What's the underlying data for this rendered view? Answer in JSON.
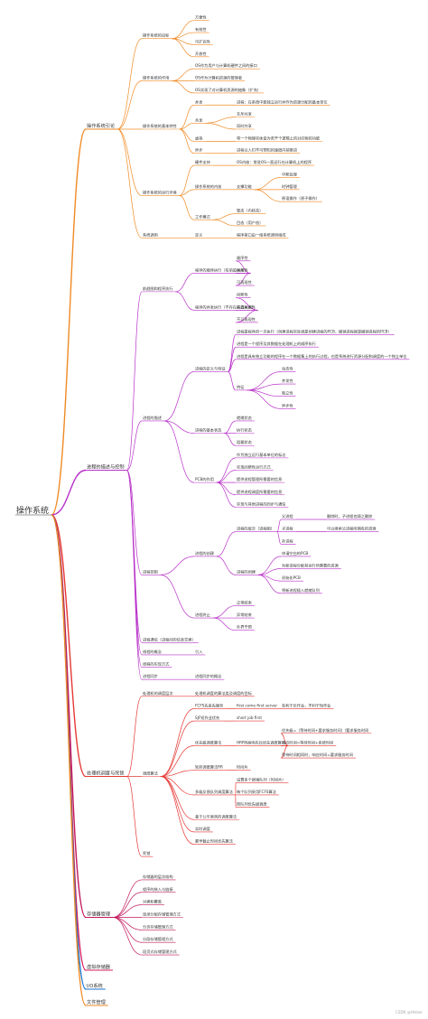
{
  "root": {
    "label": "操作系统",
    "children": [
      {
        "label": "操作系统引论",
        "color": "#f08a24",
        "children": [
          {
            "label": "操作系统的目标",
            "children": [
              {
                "label": "方便性"
              },
              {
                "label": "有效性"
              },
              {
                "label": "可扩充性"
              },
              {
                "label": "开放性"
              }
            ]
          },
          {
            "label": "操作系统的作用",
            "children": [
              {
                "label": "OS作为用户与计算机硬件之间的接口"
              },
              {
                "label": "OS作为计算机资源的管理者"
              },
              {
                "label": "OS实现了对计算机资源的抽象（扩充）"
              }
            ]
          },
          {
            "label": "操作系统的基本特性",
            "children": [
              {
                "label": "并发",
                "children": [
                  {
                    "label": "进程：在系统中能独立运行并作为资源分配的基本单位"
                  }
                ]
              },
              {
                "label": "共享",
                "children": [
                  {
                    "label": "互斥共享"
                  },
                  {
                    "label": "同时共享"
                  }
                ]
              },
              {
                "label": "虚拟",
                "children": [
                  {
                    "label": "将一个物理实体变为若干个逻辑上的对应物的功能"
                  }
                ]
              },
              {
                "label": "异步",
                "children": [
                  {
                    "label": "进程以人们不可预知的速度向前推进"
                  }
                ]
              }
            ]
          },
          {
            "label": "操作系统的运行环境",
            "children": [
              {
                "label": "硬件支持",
                "children": [
                  {
                    "label": "OS内核：常驻OS一直运行在计算机上的程序"
                  }
                ]
              },
              {
                "label": "操作系统的内核",
                "children": [
                  {
                    "label": "支撑功能",
                    "children": [
                      {
                        "label": "中断处理"
                      },
                      {
                        "label": "时钟管理"
                      },
                      {
                        "label": "原语操作（原子操作）"
                      }
                    ]
                  }
                ]
              },
              {
                "label": "工作模式",
                "children": [
                  {
                    "label": "管态（内核态）"
                  },
                  {
                    "label": "目态（用户态）"
                  }
                ]
              }
            ]
          },
          {
            "label": "系统调用",
            "children": [
              {
                "label": "定义",
                "children": [
                  {
                    "label": "程序接口由一组系统调用组成"
                  }
                ]
              }
            ]
          }
        ]
      },
      {
        "label": "进程的描述与控制",
        "color": "#b832c9",
        "children": [
          {
            "label": "前趋图和程序执行",
            "children": [
              {
                "label": "程序的顺序执行（有前趋关系）",
                "children": [
                  {
                    "label": "顺序性"
                  },
                  {
                    "label": "封闭性"
                  },
                  {
                    "label": "可再现性"
                  }
                ]
              },
              {
                "label": "程序的并发执行（不存在前趋关系）",
                "children": [
                  {
                    "label": "间断性"
                  },
                  {
                    "label": "失去封闭性"
                  },
                  {
                    "label": "不可再现性"
                  }
                ]
              }
            ]
          },
          {
            "label": "进程的描述",
            "children": [
              {
                "label": "进程的定义与特征",
                "children": [
                  {
                    "label": "进程是程序的一次执行（创建进程实际就是创建进程的PCB，撤销进程就是撤销进程的PCB）"
                  },
                  {
                    "label": "进程是一个程序及其数据在处理机上的顺序执行"
                  },
                  {
                    "label": "进程是具有独立功能的程序在一个数据集上的执行过程，也是系统进行资源分配和调度的一个独立单位"
                  },
                  {
                    "label": "特征",
                    "children": [
                      {
                        "label": "动态性"
                      },
                      {
                        "label": "并发性"
                      },
                      {
                        "label": "独立性"
                      },
                      {
                        "label": "异步性"
                      }
                    ]
                  }
                ]
              },
              {
                "label": "进程的基本状态",
                "children": [
                  {
                    "label": "就绪状态"
                  },
                  {
                    "label": "执行状态"
                  },
                  {
                    "label": "阻塞状态"
                  }
                ]
              },
              {
                "label": "PCB的作用",
                "children": [
                  {
                    "label": "作为独立运行基本单位的标志"
                  },
                  {
                    "label": "实现间断性运行方式"
                  },
                  {
                    "label": "提供进程管理所需要的信息"
                  },
                  {
                    "label": "提供进程调度所需要的信息"
                  },
                  {
                    "label": "实现与其他进程的同步与通信"
                  }
                ]
              }
            ]
          },
          {
            "label": "进程控制",
            "children": [
              {
                "label": "进程的创建",
                "children": [
                  {
                    "label": "进程的层次（进程图）",
                    "children": [
                      {
                        "label": "父进程",
                        "children": [
                          {
                            "label": "删除时，子进程也随之删除"
                          }
                        ]
                      },
                      {
                        "label": "子进程",
                        "children": [
                          {
                            "label": "可以继承父进程所拥有的资源"
                          }
                        ]
                      },
                      {
                        "label": "孙进程"
                      }
                    ]
                  },
                  {
                    "label": "进程的创建",
                    "children": [
                      {
                        "label": "申请空白的PCB"
                      },
                      {
                        "label": "为新进程分配其运行所需要的资源"
                      },
                      {
                        "label": "初始化PCB"
                      },
                      {
                        "label": "将新进程插入就绪队列"
                      }
                    ]
                  }
                ]
              },
              {
                "label": "进程终止",
                "children": [
                  {
                    "label": "正常结束"
                  },
                  {
                    "label": "异常结束"
                  },
                  {
                    "label": "外界干预"
                  }
                ]
              }
            ]
          },
          {
            "label": "进程通信（进程间的信息交换）"
          },
          {
            "label": "线程的概念",
            "children": [
              {
                "label": "引入"
              }
            ]
          },
          {
            "label": "线程的实现方式"
          },
          {
            "label": "进程同步",
            "children": [
              {
                "label": "进程同步的概念"
              }
            ]
          }
        ]
      },
      {
        "label": "处理机调度与死锁",
        "color": "#e53935",
        "children": [
          {
            "label": "处理机的调度层次",
            "children": [
              {
                "label": "处理机调度的算法类及调度的目标"
              }
            ]
          },
          {
            "label": "调度算法",
            "children": [
              {
                "label": "FCFS先来先服务",
                "children": [
                  {
                    "label": "first come first server",
                    "children": [
                      {
                        "label": "有利于长作业，不利于短作业"
                      }
                    ]
                  }
                ]
              },
              {
                "label": "SJF短作业优先",
                "children": [
                  {
                    "label": "short job first"
                  }
                ]
              },
              {
                "label": "优先级调度算法",
                "children": [
                  {
                    "label": "HRRN高响应比优先调度算法",
                    "children": [
                      {
                        "label": "优先级=（等待时间+要求服务时间）/要求服务时间"
                      },
                      {
                        "label": "响应时间=等待时间+系统时间"
                      },
                      {
                        "label": "等待时间相同时，响应时间=要求服务时间"
                      }
                    ]
                  }
                ]
              },
              {
                "label": "轮转调度算法RR",
                "children": [
                  {
                    "label": "时间片"
                  }
                ]
              },
              {
                "label": "多级反馈队列调度算法",
                "children": [
                  {
                    "label": "设置多个就绪队列（时间片）"
                  },
                  {
                    "label": "每个队列采用FCFS算法"
                  },
                  {
                    "label": "按队列优先级调度"
                  }
                ]
              },
              {
                "label": "基于公平原则的调度算法"
              },
              {
                "label": "实时调度"
              },
              {
                "label": "最早截止时间优先算法"
              }
            ]
          },
          {
            "label": "死锁"
          }
        ]
      },
      {
        "label": "存储器管理",
        "color": "#c2185b",
        "children": [
          {
            "label": "存储器的层次结构"
          },
          {
            "label": "程序的装入与链接"
          },
          {
            "label": "对换和覆盖"
          },
          {
            "label": "连续分配存储管理方式"
          },
          {
            "label": "分页存储管理方式"
          },
          {
            "label": "分段存储管理方式"
          },
          {
            "label": "段页式存储管理方式"
          }
        ]
      },
      {
        "label": "虚拟存储器",
        "color": "#d81b60"
      },
      {
        "label": "I/O系统",
        "color": "#1976d2"
      },
      {
        "label": "文件管理",
        "color": "#f08a24"
      }
    ]
  },
  "watermark": "CSDN @Hhiber"
}
